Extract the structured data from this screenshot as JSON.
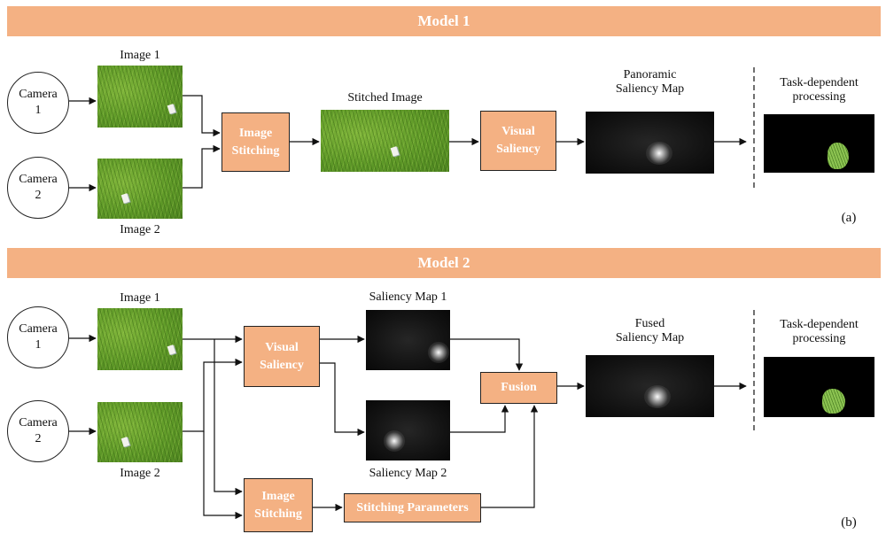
{
  "model1": {
    "banner": "Model 1",
    "camera1": [
      "Camera",
      "1"
    ],
    "camera2": [
      "Camera",
      "2"
    ],
    "image1_label": "Image 1",
    "image2_label": "Image 2",
    "stitching": [
      "Image",
      "Stitching"
    ],
    "stitched_label": "Stitched Image",
    "visual_saliency": [
      "Visual",
      "Saliency"
    ],
    "panoramic_label": [
      "Panoramic",
      "Saliency Map"
    ],
    "task_label": [
      "Task-dependent",
      "processing"
    ],
    "panel_label": "(a)"
  },
  "model2": {
    "banner": "Model 2",
    "camera1": [
      "Camera",
      "1"
    ],
    "camera2": [
      "Camera",
      "2"
    ],
    "image1_label": "Image 1",
    "image2_label": "Image 2",
    "visual_saliency": [
      "Visual",
      "Saliency"
    ],
    "saliency_map1_label": "Saliency Map 1",
    "saliency_map2_label": "Saliency Map 2",
    "fusion": "Fusion",
    "fused_label": [
      "Fused",
      "Saliency Map"
    ],
    "task_label": [
      "Task-dependent",
      "processing"
    ],
    "stitching": [
      "Image",
      "Stitching"
    ],
    "stitching_params": "Stitching Parameters",
    "panel_label": "(b)"
  }
}
